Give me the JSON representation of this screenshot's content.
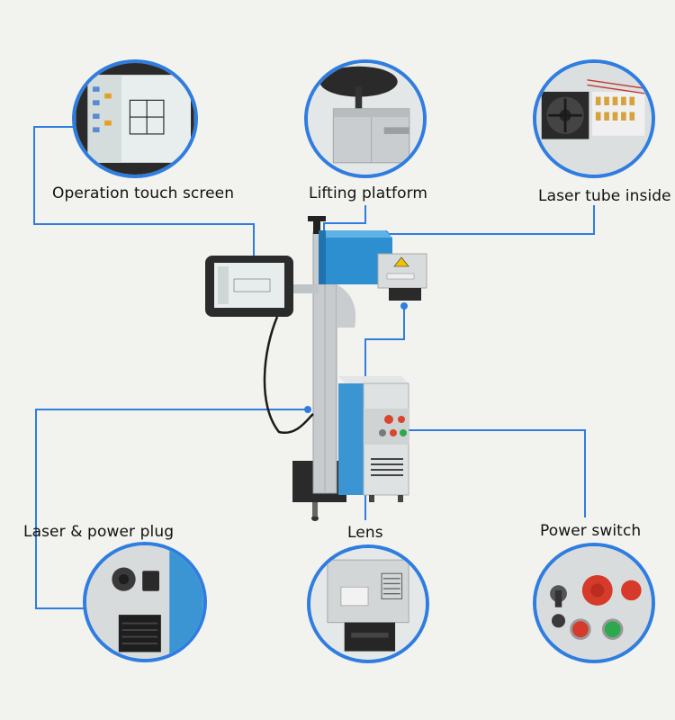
{
  "callouts": {
    "touch_screen": "Operation touch screen",
    "lifting_platform": "Lifting platform",
    "laser_tube": "Laser tube inside",
    "power_plug": "Laser & power plug",
    "lens": "Lens",
    "power_switch": "Power switch"
  },
  "colors": {
    "accent_blue": "#2f7de0",
    "background": "#f2f3ee",
    "machine_blue": "#2d8fd0"
  }
}
